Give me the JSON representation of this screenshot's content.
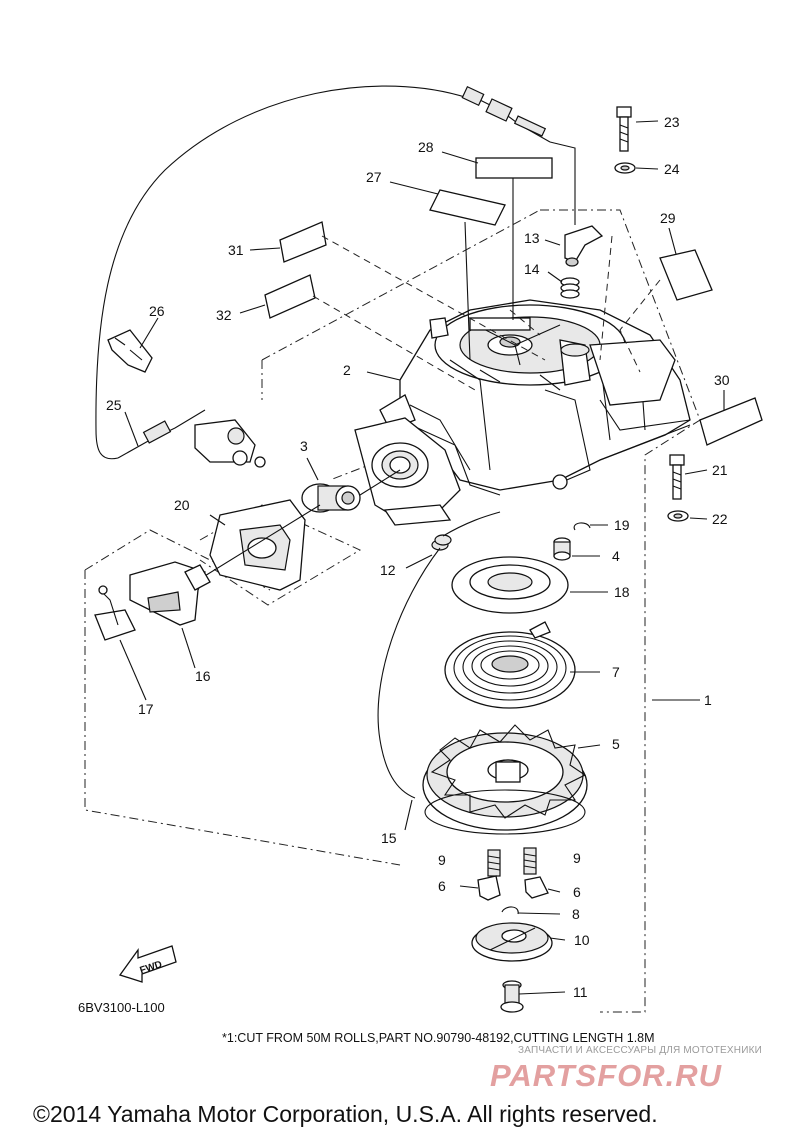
{
  "diagram": {
    "callouts": [
      {
        "id": "c1",
        "text": "1"
      },
      {
        "id": "c2",
        "text": "2"
      },
      {
        "id": "c3",
        "text": "3"
      },
      {
        "id": "c4",
        "text": "4"
      },
      {
        "id": "c5",
        "text": "5"
      },
      {
        "id": "c6a",
        "text": "6"
      },
      {
        "id": "c6b",
        "text": "6"
      },
      {
        "id": "c7",
        "text": "7"
      },
      {
        "id": "c8",
        "text": "8"
      },
      {
        "id": "c9a",
        "text": "9"
      },
      {
        "id": "c9b",
        "text": "9"
      },
      {
        "id": "c10",
        "text": "10"
      },
      {
        "id": "c11",
        "text": "11"
      },
      {
        "id": "c12",
        "text": "12"
      },
      {
        "id": "c13",
        "text": "13"
      },
      {
        "id": "c14",
        "text": "14"
      },
      {
        "id": "c15",
        "text": "15"
      },
      {
        "id": "c16",
        "text": "16"
      },
      {
        "id": "c17",
        "text": "17"
      },
      {
        "id": "c18",
        "text": "18"
      },
      {
        "id": "c19",
        "text": "19"
      },
      {
        "id": "c20",
        "text": "20"
      },
      {
        "id": "c21",
        "text": "21"
      },
      {
        "id": "c22",
        "text": "22"
      },
      {
        "id": "c23",
        "text": "23"
      },
      {
        "id": "c24",
        "text": "24"
      },
      {
        "id": "c25",
        "text": "25"
      },
      {
        "id": "c26",
        "text": "26"
      },
      {
        "id": "c27",
        "text": "27"
      },
      {
        "id": "c28",
        "text": "28"
      },
      {
        "id": "c29",
        "text": "29"
      },
      {
        "id": "c30",
        "text": "30"
      },
      {
        "id": "c31",
        "text": "31"
      },
      {
        "id": "c32",
        "text": "32"
      }
    ],
    "fwd_label": "FWD",
    "diagram_code": "6BV3100-L100",
    "footnote": "*1:CUT FROM 50M ROLLS,PART NO.90790-48192,CUTTING LENGTH 1.8M"
  },
  "watermark": {
    "tagline": "ЗАПЧАСТИ И АКСЕССУАРЫ ДЛЯ МОТОТЕХНИКИ",
    "brand": "PARTSFOR.RU"
  },
  "copyright": "©2014 Yamaha Motor Corporation, U.S.A. All rights reserved."
}
